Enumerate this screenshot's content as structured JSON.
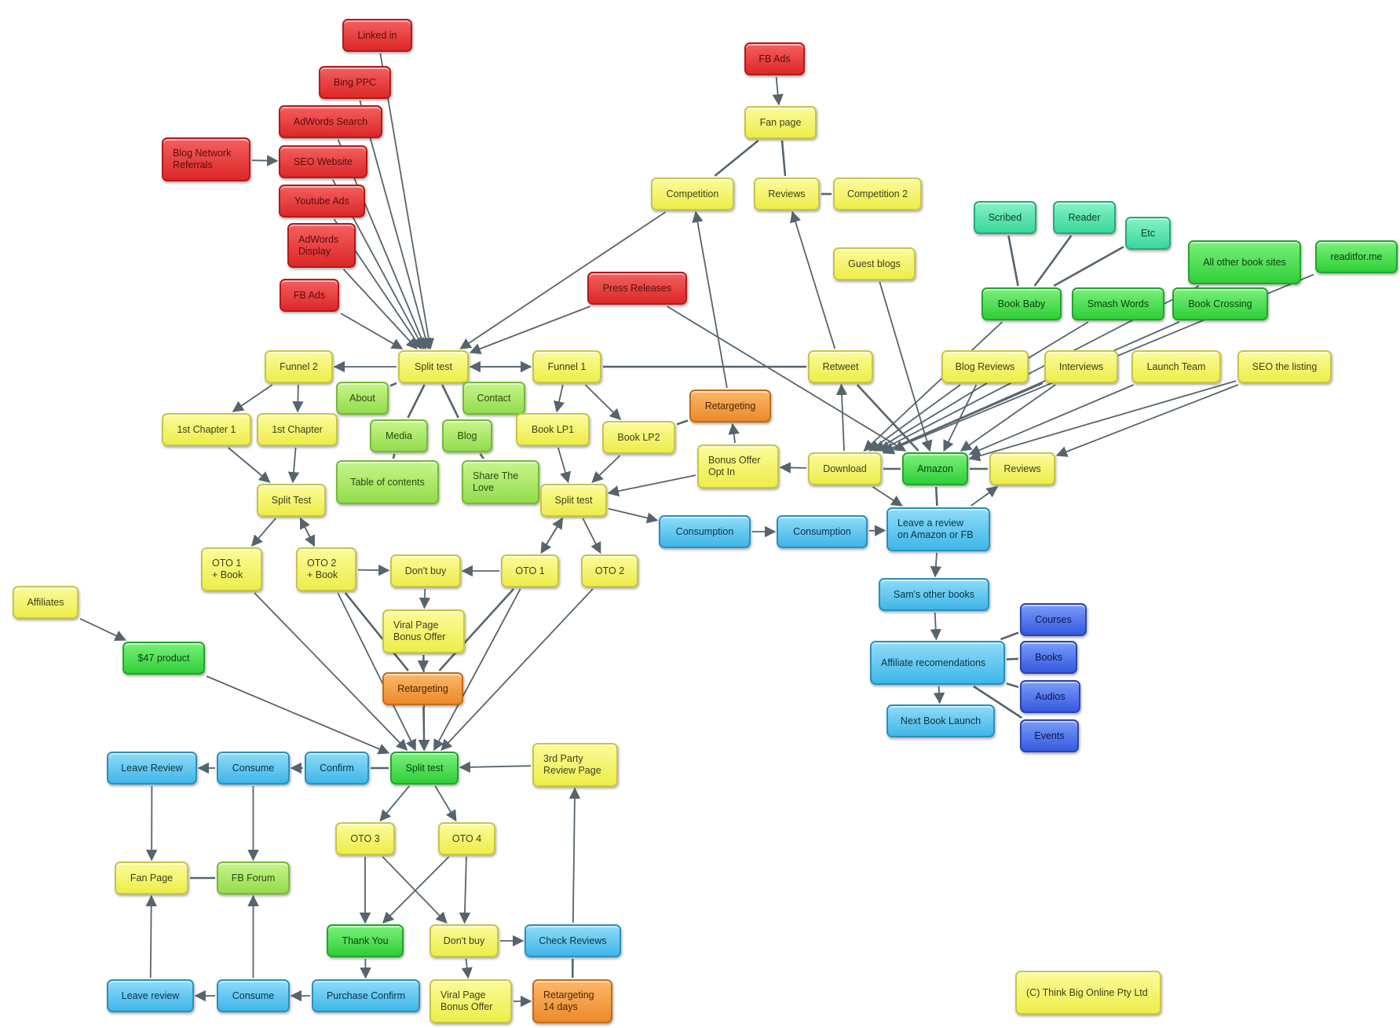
{
  "nodes": [
    {
      "id": "linkedin",
      "label": "Linked in",
      "color": "red"
    },
    {
      "id": "bingppc",
      "label": "Bing PPC",
      "color": "red"
    },
    {
      "id": "adwords_search",
      "label": "AdWords Search",
      "color": "red"
    },
    {
      "id": "blog_network",
      "label": "Blog Network\nReferrals",
      "color": "red"
    },
    {
      "id": "seo_website",
      "label": "SEO Website",
      "color": "red"
    },
    {
      "id": "youtube_ads",
      "label": "Youtube Ads",
      "color": "red"
    },
    {
      "id": "adwords_display",
      "label": "AdWords\nDisplay",
      "color": "red"
    },
    {
      "id": "fbads_left",
      "label": "FB Ads",
      "color": "red"
    },
    {
      "id": "press_releases",
      "label": "Press Releases",
      "color": "red"
    },
    {
      "id": "fbads_top",
      "label": "FB Ads",
      "color": "red"
    },
    {
      "id": "fan_page_top",
      "label": "Fan page",
      "color": "yellow"
    },
    {
      "id": "competition",
      "label": "Competition",
      "color": "yellow"
    },
    {
      "id": "reviews_top",
      "label": "Reviews",
      "color": "yellow"
    },
    {
      "id": "competition2",
      "label": "Competition 2",
      "color": "yellow"
    },
    {
      "id": "guest_blogs",
      "label": "Guest blogs",
      "color": "yellow"
    },
    {
      "id": "scribed",
      "label": "Scribed",
      "color": "teal"
    },
    {
      "id": "reader",
      "label": "Reader",
      "color": "teal"
    },
    {
      "id": "etc",
      "label": "Etc",
      "color": "teal"
    },
    {
      "id": "all_other_book_sites",
      "label": "All other book sites",
      "color": "green"
    },
    {
      "id": "readitfor",
      "label": "readitfor.me",
      "color": "green"
    },
    {
      "id": "book_baby",
      "label": "Book Baby",
      "color": "green"
    },
    {
      "id": "smash_words",
      "label": "Smash Words",
      "color": "green"
    },
    {
      "id": "book_crossing",
      "label": "Book Crossing",
      "color": "green"
    },
    {
      "id": "funnel2",
      "label": "Funnel 2",
      "color": "yellow"
    },
    {
      "id": "split_top",
      "label": "Split test",
      "color": "yellow"
    },
    {
      "id": "funnel1",
      "label": "Funnel 1",
      "color": "yellow"
    },
    {
      "id": "retweet",
      "label": "Retweet",
      "color": "yellow"
    },
    {
      "id": "blog_reviews",
      "label": "Blog Reviews",
      "color": "yellow"
    },
    {
      "id": "interviews",
      "label": "Interviews",
      "color": "yellow"
    },
    {
      "id": "launch_team",
      "label": "Launch Team",
      "color": "yellow"
    },
    {
      "id": "seo_listing",
      "label": "SEO the listing",
      "color": "yellow"
    },
    {
      "id": "about",
      "label": "About",
      "color": "lime"
    },
    {
      "id": "contact",
      "label": "Contact",
      "color": "lime"
    },
    {
      "id": "retargeting_top",
      "label": "Retargeting",
      "color": "orange"
    },
    {
      "id": "chapter1a",
      "label": "1st Chapter 1",
      "color": "yellow"
    },
    {
      "id": "chapter1b",
      "label": "1st Chapter",
      "color": "yellow"
    },
    {
      "id": "media",
      "label": "Media",
      "color": "lime"
    },
    {
      "id": "blog",
      "label": "Blog",
      "color": "lime"
    },
    {
      "id": "book_lp1",
      "label": "Book LP1",
      "color": "yellow"
    },
    {
      "id": "book_lp2",
      "label": "Book LP2",
      "color": "yellow"
    },
    {
      "id": "table_contents",
      "label": "Table of contents",
      "color": "lime"
    },
    {
      "id": "share_love",
      "label": "Share The\nLove",
      "color": "lime"
    },
    {
      "id": "bonus_offer",
      "label": "Bonus Offer\nOpt In",
      "color": "yellow"
    },
    {
      "id": "download",
      "label": "Download",
      "color": "yellow"
    },
    {
      "id": "amazon",
      "label": "Amazon",
      "color": "green"
    },
    {
      "id": "reviews_right",
      "label": "Reviews",
      "color": "yellow"
    },
    {
      "id": "split_left",
      "label": "Split Test",
      "color": "yellow"
    },
    {
      "id": "split_mid",
      "label": "Split test",
      "color": "yellow"
    },
    {
      "id": "consumption1",
      "label": "Consumption",
      "color": "blue"
    },
    {
      "id": "consumption2",
      "label": "Consumption",
      "color": "blue"
    },
    {
      "id": "leave_review_amazon",
      "label": "Leave a review\non Amazon or FB",
      "color": "blue"
    },
    {
      "id": "oto1_book",
      "label": "OTO 1\n+ Book",
      "color": "yellow"
    },
    {
      "id": "oto2_book",
      "label": "OTO 2\n+ Book",
      "color": "yellow"
    },
    {
      "id": "dont_buy_top",
      "label": "Don't buy",
      "color": "yellow"
    },
    {
      "id": "oto1",
      "label": "OTO 1",
      "color": "yellow"
    },
    {
      "id": "oto2",
      "label": "OTO 2",
      "color": "yellow"
    },
    {
      "id": "sams_other_books",
      "label": "Sam's other books",
      "color": "blue"
    },
    {
      "id": "affiliates",
      "label": "Affiliates",
      "color": "yellow"
    },
    {
      "id": "viral_page_top",
      "label": "Viral Page\nBonus Offer",
      "color": "yellow"
    },
    {
      "id": "courses",
      "label": "Courses",
      "color": "navy"
    },
    {
      "id": "product47",
      "label": "$47 product",
      "color": "green"
    },
    {
      "id": "affiliate_recs",
      "label": "Affiliate recomendations",
      "color": "blue"
    },
    {
      "id": "books",
      "label": "Books",
      "color": "navy"
    },
    {
      "id": "retargeting_mid",
      "label": "Retargeting",
      "color": "orange"
    },
    {
      "id": "audios",
      "label": "Audios",
      "color": "navy"
    },
    {
      "id": "next_book_launch",
      "label": "Next Book Launch",
      "color": "blue"
    },
    {
      "id": "events",
      "label": "Events",
      "color": "navy"
    },
    {
      "id": "leave_review_top",
      "label": "Leave Review",
      "color": "blue"
    },
    {
      "id": "consume_top",
      "label": "Consume",
      "color": "blue"
    },
    {
      "id": "confirm",
      "label": "Confirm",
      "color": "blue"
    },
    {
      "id": "split_bottom",
      "label": "Split test",
      "color": "green"
    },
    {
      "id": "third_party",
      "label": "3rd Party\nReview Page",
      "color": "yellow"
    },
    {
      "id": "oto3",
      "label": "OTO 3",
      "color": "yellow"
    },
    {
      "id": "oto4",
      "label": "OTO 4",
      "color": "yellow"
    },
    {
      "id": "fan_page_bottom",
      "label": "Fan Page",
      "color": "yellow"
    },
    {
      "id": "fb_forum",
      "label": "FB Forum",
      "color": "lime"
    },
    {
      "id": "thank_you",
      "label": "Thank You",
      "color": "green"
    },
    {
      "id": "dont_buy_bottom",
      "label": "Don't buy",
      "color": "yellow"
    },
    {
      "id": "check_reviews",
      "label": "Check Reviews",
      "color": "blue"
    },
    {
      "id": "leave_review_bottom",
      "label": "Leave review",
      "color": "blue"
    },
    {
      "id": "consume_bottom",
      "label": "Consume",
      "color": "blue"
    },
    {
      "id": "purchase_confirm",
      "label": "Purchase Confirm",
      "color": "blue"
    },
    {
      "id": "viral_page_bottom",
      "label": "Viral Page\nBonus Offer",
      "color": "yellow"
    },
    {
      "id": "retargeting_14",
      "label": "Retargeting\n14 days",
      "color": "orange"
    },
    {
      "id": "copyright",
      "label": "(C) Think Big Online Pty Ltd",
      "color": "yellow"
    }
  ],
  "edges": [
    {
      "from": "linkedin",
      "to": "split_top",
      "arrow": true
    },
    {
      "from": "bingppc",
      "to": "split_top",
      "arrow": true
    },
    {
      "from": "adwords_search",
      "to": "split_top",
      "arrow": true
    },
    {
      "from": "seo_website",
      "to": "split_top",
      "arrow": true
    },
    {
      "from": "youtube_ads",
      "to": "split_top",
      "arrow": true
    },
    {
      "from": "adwords_display",
      "to": "split_top",
      "arrow": true
    },
    {
      "from": "fbads_left",
      "to": "split_top",
      "arrow": true
    },
    {
      "from": "blog_network",
      "to": "seo_website",
      "arrow": true
    },
    {
      "from": "press_releases",
      "to": "split_top",
      "arrow": true
    },
    {
      "from": "competition",
      "to": "split_top",
      "arrow": true
    },
    {
      "from": "fbads_top",
      "to": "fan_page_top",
      "arrow": true
    },
    {
      "from": "fan_page_top",
      "to": "competition",
      "arrow": false
    },
    {
      "from": "fan_page_top",
      "to": "reviews_top",
      "arrow": false
    },
    {
      "from": "reviews_top",
      "to": "competition2",
      "arrow": false
    },
    {
      "from": "split_top",
      "to": "funnel2",
      "arrow": true
    },
    {
      "from": "split_top",
      "to": "funnel1",
      "arrow": true
    },
    {
      "from": "funnel1",
      "to": "split_top",
      "arrow": true
    },
    {
      "from": "split_top",
      "to": "about",
      "arrow": false
    },
    {
      "from": "split_top",
      "to": "contact",
      "arrow": false
    },
    {
      "from": "split_top",
      "to": "media",
      "arrow": false
    },
    {
      "from": "split_top",
      "to": "blog",
      "arrow": false
    },
    {
      "from": "media",
      "to": "table_contents",
      "arrow": false
    },
    {
      "from": "blog",
      "to": "share_love",
      "arrow": false
    },
    {
      "from": "funnel2",
      "to": "chapter1a",
      "arrow": true
    },
    {
      "from": "funnel2",
      "to": "chapter1b",
      "arrow": true
    },
    {
      "from": "chapter1a",
      "to": "split_left",
      "arrow": true
    },
    {
      "from": "chapter1b",
      "to": "split_left",
      "arrow": true
    },
    {
      "from": "funnel1",
      "to": "book_lp1",
      "arrow": true
    },
    {
      "from": "funnel1",
      "to": "book_lp2",
      "arrow": true
    },
    {
      "from": "funnel1",
      "to": "retweet",
      "arrow": false
    },
    {
      "from": "book_lp1",
      "to": "split_mid",
      "arrow": true
    },
    {
      "from": "book_lp2",
      "to": "split_mid",
      "arrow": true
    },
    {
      "from": "book_lp2",
      "to": "retargeting_top",
      "arrow": false
    },
    {
      "from": "retargeting_top",
      "to": "competition",
      "arrow": true
    },
    {
      "from": "bonus_offer",
      "to": "retargeting_top",
      "arrow": true
    },
    {
      "from": "bonus_offer",
      "to": "split_mid",
      "arrow": true
    },
    {
      "from": "download",
      "to": "bonus_offer",
      "arrow": true
    },
    {
      "from": "download",
      "to": "retweet",
      "arrow": true
    },
    {
      "from": "retweet",
      "to": "reviews_top",
      "arrow": true
    },
    {
      "from": "retweet",
      "to": "amazon",
      "arrow": false
    },
    {
      "from": "press_releases",
      "to": "amazon",
      "arrow": true
    },
    {
      "from": "guest_blogs",
      "to": "amazon",
      "arrow": true
    },
    {
      "from": "download",
      "to": "amazon",
      "arrow": false
    },
    {
      "from": "amazon",
      "to": "reviews_right",
      "arrow": false
    },
    {
      "from": "amazon",
      "to": "leave_review_amazon",
      "arrow": false
    },
    {
      "from": "download",
      "to": "leave_review_amazon",
      "arrow": true
    },
    {
      "from": "leave_review_amazon",
      "to": "reviews_right",
      "arrow": true
    },
    {
      "from": "scribed",
      "to": "book_baby",
      "arrow": false
    },
    {
      "from": "reader",
      "to": "book_baby",
      "arrow": false
    },
    {
      "from": "etc",
      "to": "book_baby",
      "arrow": false
    },
    {
      "from": "book_baby",
      "to": "download",
      "arrow": true
    },
    {
      "from": "smash_words",
      "to": "download",
      "arrow": true
    },
    {
      "from": "book_crossing",
      "to": "download",
      "arrow": true
    },
    {
      "from": "all_other_book_sites",
      "to": "download",
      "arrow": true
    },
    {
      "from": "readitfor",
      "to": "download",
      "arrow": true
    },
    {
      "from": "blog_reviews",
      "to": "download",
      "arrow": true
    },
    {
      "from": "blog_reviews",
      "to": "amazon",
      "arrow": true
    },
    {
      "from": "interviews",
      "to": "download",
      "arrow": true
    },
    {
      "from": "interviews",
      "to": "amazon",
      "arrow": true
    },
    {
      "from": "launch_team",
      "to": "amazon",
      "arrow": true
    },
    {
      "from": "seo_listing",
      "to": "amazon",
      "arrow": true
    },
    {
      "from": "seo_listing",
      "to": "reviews_right",
      "arrow": true
    },
    {
      "from": "split_mid",
      "to": "consumption1",
      "arrow": true
    },
    {
      "from": "consumption1",
      "to": "consumption2",
      "arrow": true
    },
    {
      "from": "consumption2",
      "to": "leave_review_amazon",
      "arrow": true
    },
    {
      "from": "leave_review_amazon",
      "to": "sams_other_books",
      "arrow": true
    },
    {
      "from": "sams_other_books",
      "to": "affiliate_recs",
      "arrow": true
    },
    {
      "from": "affiliate_recs",
      "to": "next_book_launch",
      "arrow": true
    },
    {
      "from": "affiliate_recs",
      "to": "courses",
      "arrow": false
    },
    {
      "from": "affiliate_recs",
      "to": "books",
      "arrow": false
    },
    {
      "from": "affiliate_recs",
      "to": "audios",
      "arrow": false
    },
    {
      "from": "affiliate_recs",
      "to": "events",
      "arrow": false
    },
    {
      "from": "split_left",
      "to": "oto1_book",
      "arrow": true
    },
    {
      "from": "split_left",
      "to": "oto2_book",
      "arrow": true
    },
    {
      "from": "oto2_book",
      "to": "split_left",
      "arrow": true
    },
    {
      "from": "oto2_book",
      "to": "dont_buy_top",
      "arrow": true
    },
    {
      "from": "split_mid",
      "to": "oto1",
      "arrow": true
    },
    {
      "from": "split_mid",
      "to": "oto2",
      "arrow": true
    },
    {
      "from": "oto1",
      "to": "split_mid",
      "arrow": true
    },
    {
      "from": "oto1",
      "to": "dont_buy_top",
      "arrow": true
    },
    {
      "from": "dont_buy_top",
      "to": "viral_page_top",
      "arrow": true
    },
    {
      "from": "viral_page_top",
      "to": "retargeting_mid",
      "arrow": true
    },
    {
      "from": "oto2_book",
      "to": "retargeting_mid",
      "arrow": false
    },
    {
      "from": "oto1",
      "to": "retargeting_mid",
      "arrow": false
    },
    {
      "from": "affiliates",
      "to": "product47",
      "arrow": true
    },
    {
      "from": "product47",
      "to": "split_bottom",
      "arrow": true
    },
    {
      "from": "oto1_book",
      "to": "split_bottom",
      "arrow": true
    },
    {
      "from": "oto2_book",
      "to": "split_bottom",
      "arrow": true
    },
    {
      "from": "viral_page_top",
      "to": "split_bottom",
      "arrow": true
    },
    {
      "from": "retargeting_mid",
      "to": "split_bottom",
      "arrow": true
    },
    {
      "from": "oto1",
      "to": "split_bottom",
      "arrow": true
    },
    {
      "from": "oto2",
      "to": "split_bottom",
      "arrow": true
    },
    {
      "from": "third_party",
      "to": "split_bottom",
      "arrow": true
    },
    {
      "from": "split_bottom",
      "to": "confirm",
      "arrow": false
    },
    {
      "from": "confirm",
      "to": "consume_top",
      "arrow": true
    },
    {
      "from": "consume_top",
      "to": "leave_review_top",
      "arrow": true
    },
    {
      "from": "leave_review_top",
      "to": "fan_page_bottom",
      "arrow": true
    },
    {
      "from": "consume_top",
      "to": "fb_forum",
      "arrow": true
    },
    {
      "from": "fan_page_bottom",
      "to": "fb_forum",
      "arrow": false
    },
    {
      "from": "split_bottom",
      "to": "oto3",
      "arrow": true
    },
    {
      "from": "split_bottom",
      "to": "oto4",
      "arrow": true
    },
    {
      "from": "oto3",
      "to": "thank_you",
      "arrow": true
    },
    {
      "from": "oto3",
      "to": "dont_buy_bottom",
      "arrow": true
    },
    {
      "from": "oto4",
      "to": "thank_you",
      "arrow": true
    },
    {
      "from": "oto4",
      "to": "dont_buy_bottom",
      "arrow": true
    },
    {
      "from": "dont_buy_bottom",
      "to": "check_reviews",
      "arrow": true
    },
    {
      "from": "check_reviews",
      "to": "third_party",
      "arrow": true
    },
    {
      "from": "dont_buy_bottom",
      "to": "viral_page_bottom",
      "arrow": true
    },
    {
      "from": "viral_page_bottom",
      "to": "retargeting_14",
      "arrow": true
    },
    {
      "from": "check_reviews",
      "to": "retargeting_14",
      "arrow": false
    },
    {
      "from": "thank_you",
      "to": "purchase_confirm",
      "arrow": true
    },
    {
      "from": "purchase_confirm",
      "to": "consume_bottom",
      "arrow": true
    },
    {
      "from": "consume_bottom",
      "to": "leave_review_bottom",
      "arrow": true
    },
    {
      "from": "leave_review_bottom",
      "to": "fan_page_bottom",
      "arrow": true
    },
    {
      "from": "consume_bottom",
      "to": "fb_forum",
      "arrow": true
    }
  ],
  "colors": {
    "edge": "#56646e",
    "red": "#e43a3a",
    "yellow": "#f4f46c",
    "lime": "#acea6a",
    "green": "#4ddf52",
    "teal": "#5ae4b2",
    "blue": "#5cc6ef",
    "orange": "#f29c40",
    "navy": "#4a73ea"
  }
}
